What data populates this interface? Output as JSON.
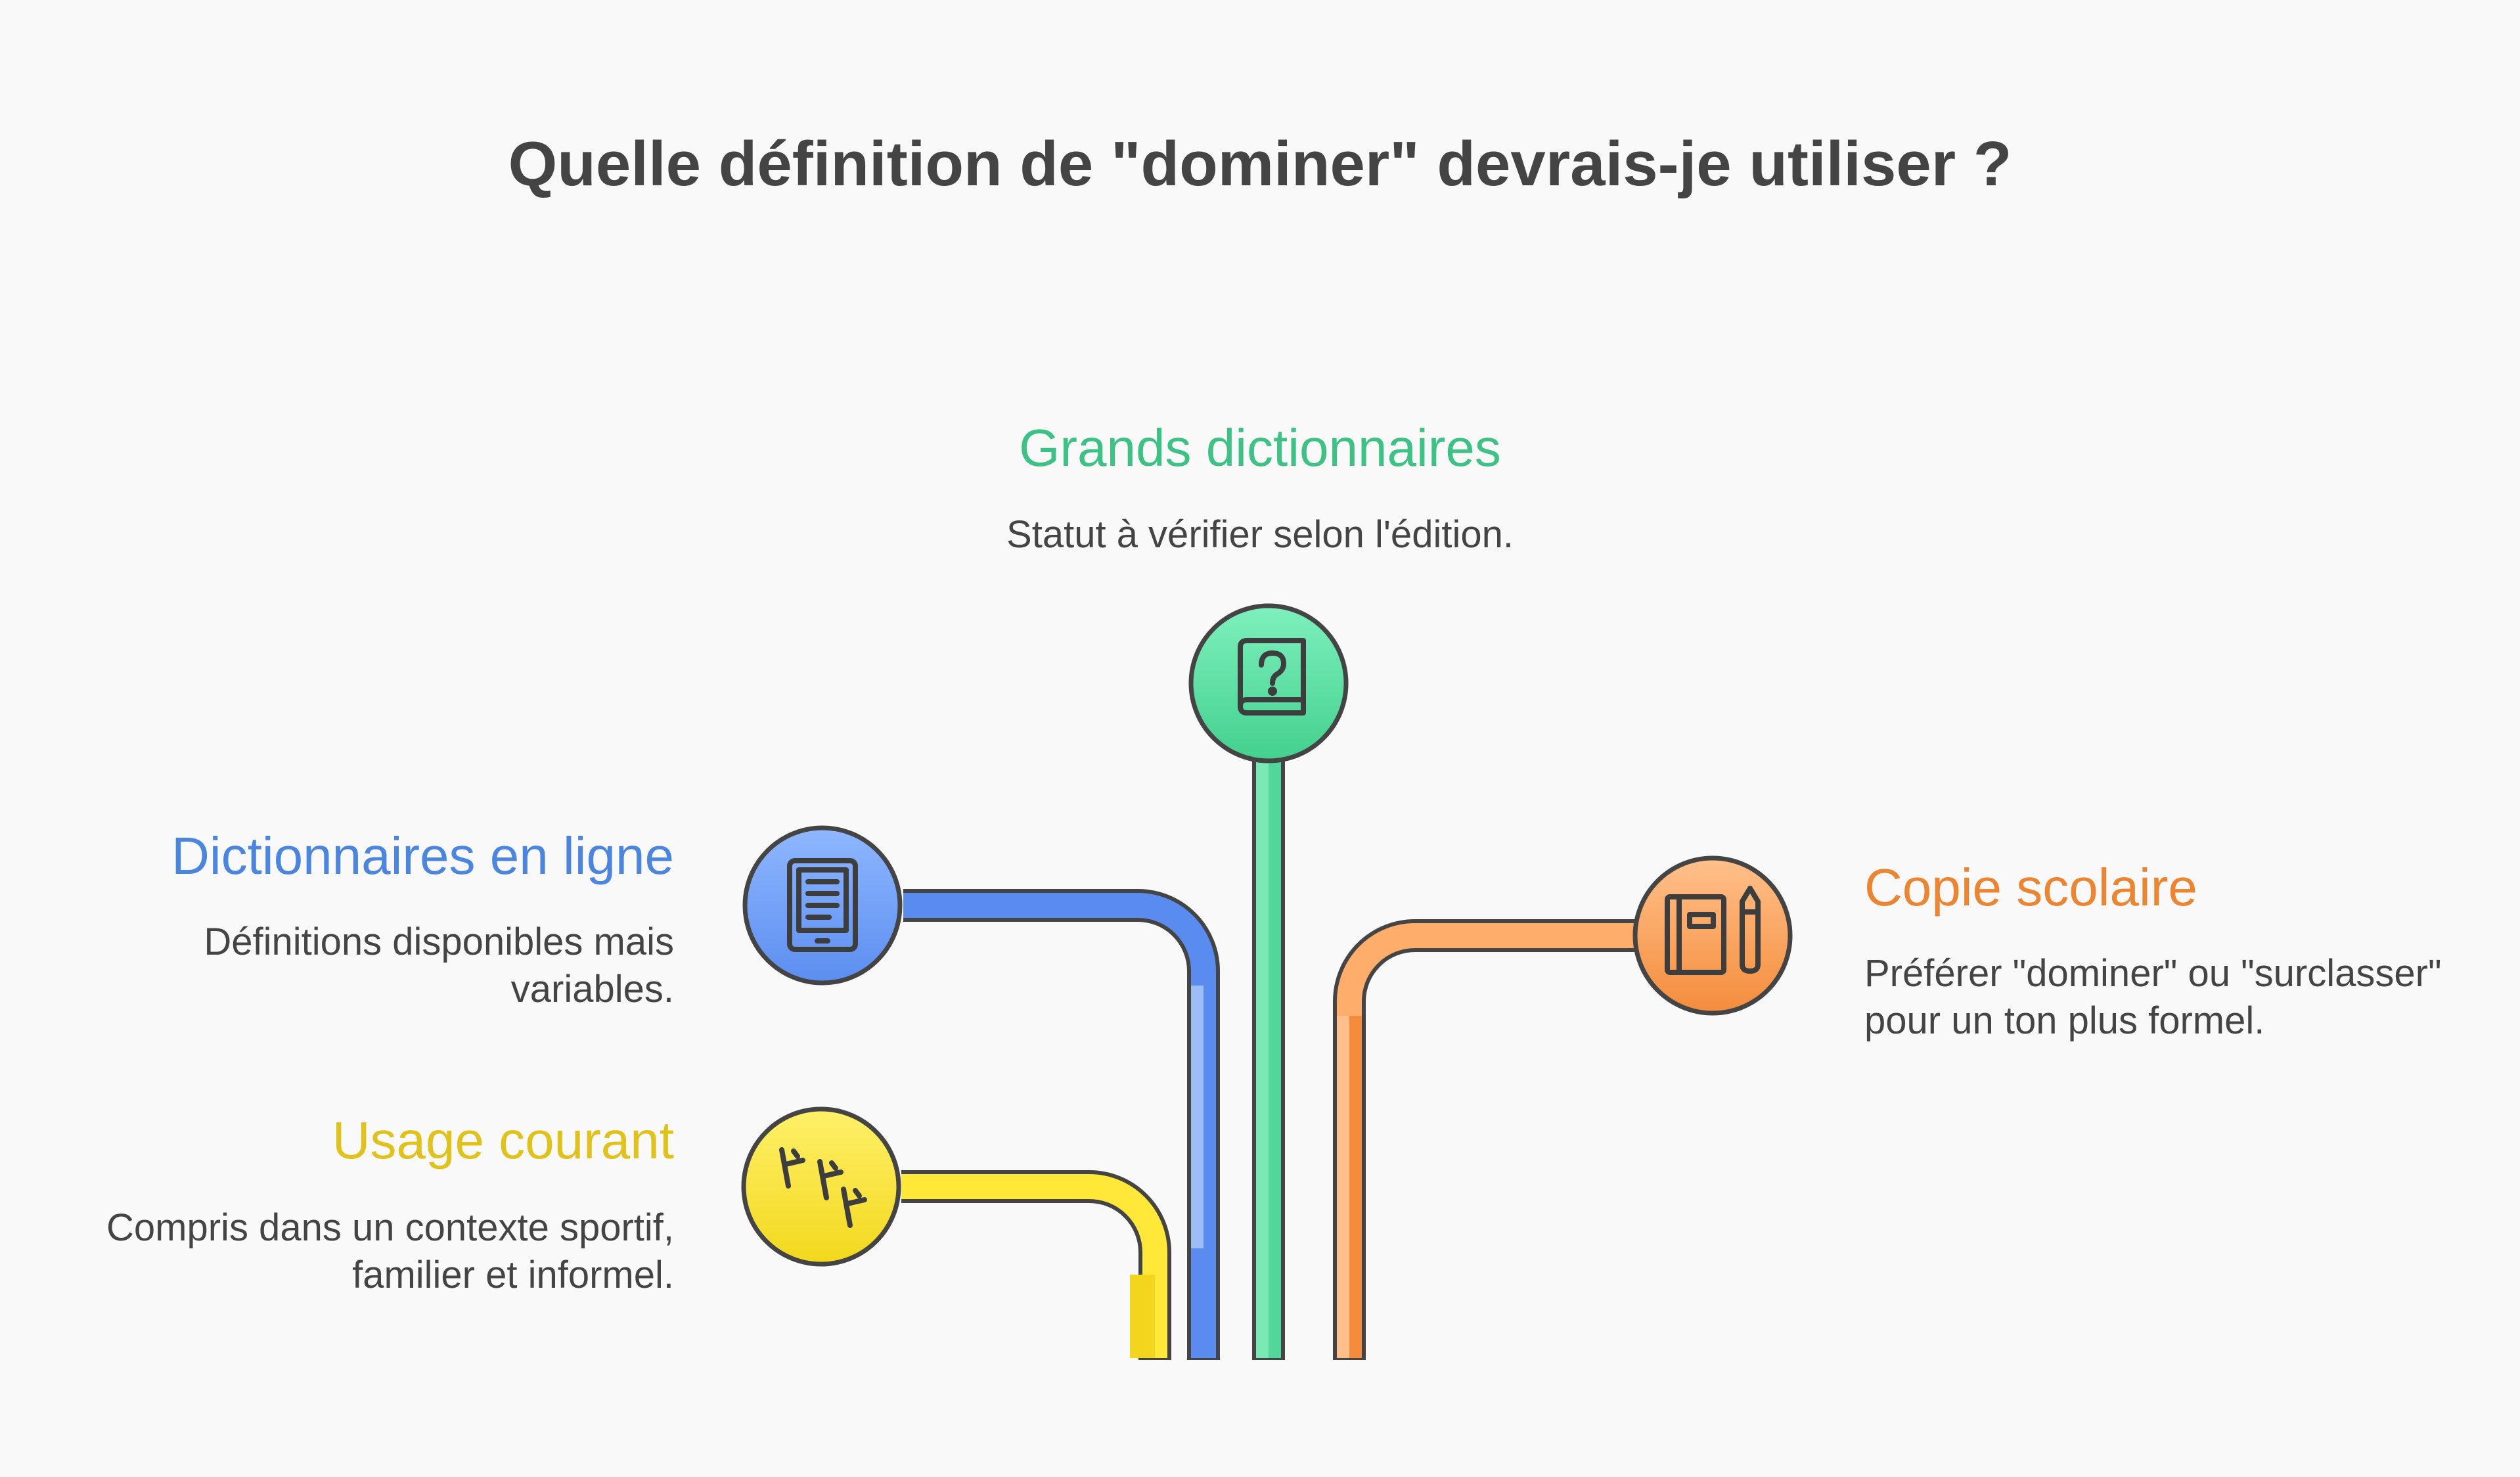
{
  "title": "Quelle définition de \"dominer\" devrais-je utiliser ?",
  "branches": {
    "grands_dictionnaires": {
      "heading": "Grands dictionnaires",
      "description": "Statut à vérifier selon l'édition.",
      "color": "#3cc284",
      "icon": "book-question-icon"
    },
    "dictionnaires_en_ligne": {
      "heading": "Dictionnaires en ligne",
      "description": "Définitions disponibles mais variables.",
      "color": "#4a86e0",
      "icon": "tablet-document-icon"
    },
    "usage_courant": {
      "heading": "Usage courant",
      "description": "Compris dans un contexte sportif, familier et informel.",
      "color": "#e0c21a",
      "icon": "footprints-icon"
    },
    "copie_scolaire": {
      "heading": "Copie scolaire",
      "description": "Préférer \"dominer\" ou \"surclasser\" pour un ton plus formel.",
      "color": "#ec8430",
      "icon": "notebook-pencil-icon"
    }
  }
}
